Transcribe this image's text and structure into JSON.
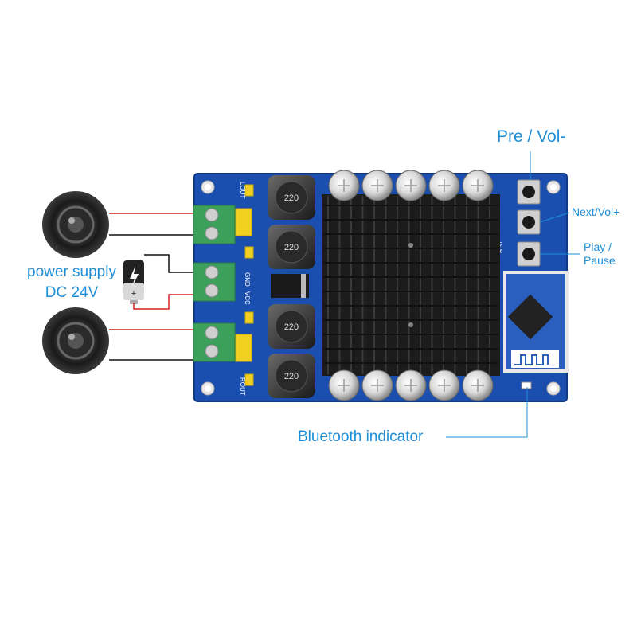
{
  "labels": {
    "pre_vol": "Pre / Vol-",
    "next_vol": "Next/Vol+",
    "play_line1": "Play /",
    "play_line2": "Pause",
    "power_line1": "power supply",
    "power_line2": "DC 24V",
    "bt_indicator": "Bluetooth indicator"
  },
  "silkscreen": {
    "lout": "LOUT",
    "rout": "ROUT",
    "gnd": "GND",
    "vcc": "VCC",
    "inductor_value": "220",
    "rst": "RST"
  },
  "colors": {
    "label_blue": "#1e8fd8",
    "pcb_blue": "#1a4fb0",
    "heatsink": "#1c1c1c",
    "terminal_green": "#3da05a",
    "capacitor_yellow": "#f2d020",
    "wire_red": "#d62020",
    "wire_black": "#111111"
  },
  "icons": [
    "speaker-icon",
    "battery-icon",
    "bluetooth-module-icon"
  ]
}
